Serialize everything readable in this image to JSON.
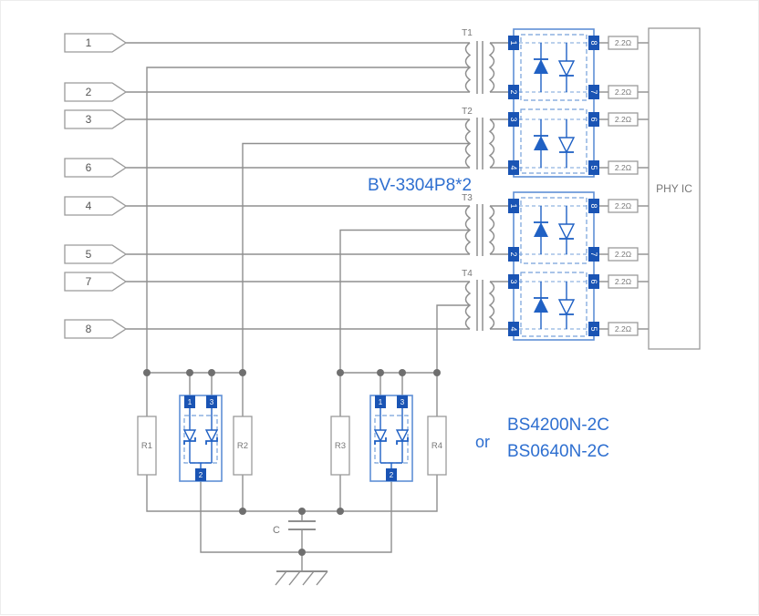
{
  "diagram": {
    "connector_pins": [
      "1",
      "2",
      "3",
      "6",
      "4",
      "5",
      "7",
      "8"
    ],
    "transformers": [
      "T1",
      "T2",
      "T3",
      "T4"
    ],
    "protection_array": {
      "part_label": "BV-3304P8*2",
      "packages": [
        {
          "left_pins": [
            "1",
            "2",
            "3",
            "4"
          ],
          "right_pins": [
            "8",
            "7",
            "6",
            "5"
          ]
        },
        {
          "left_pins": [
            "1",
            "2",
            "3",
            "4"
          ],
          "right_pins": [
            "8",
            "7",
            "6",
            "5"
          ]
        }
      ]
    },
    "series_resistor_value": "2.2Ω",
    "phy_label": "PHY IC",
    "tvs": {
      "or_label": "or",
      "part_line1": "BS4200N-2C",
      "part_line2": "BS0640N-2C",
      "top_pins": [
        "1",
        "3"
      ],
      "bottom_pin": "2"
    },
    "termination": {
      "resistors": [
        "R1",
        "R2",
        "R3",
        "R4"
      ],
      "capacitor_label": "C"
    },
    "colors": {
      "wire_gray": "#8f8f8f",
      "component_blue": "#2061c4",
      "pin_fill_blue": "#1a54b4",
      "label_blue": "#2e6fd0"
    }
  }
}
